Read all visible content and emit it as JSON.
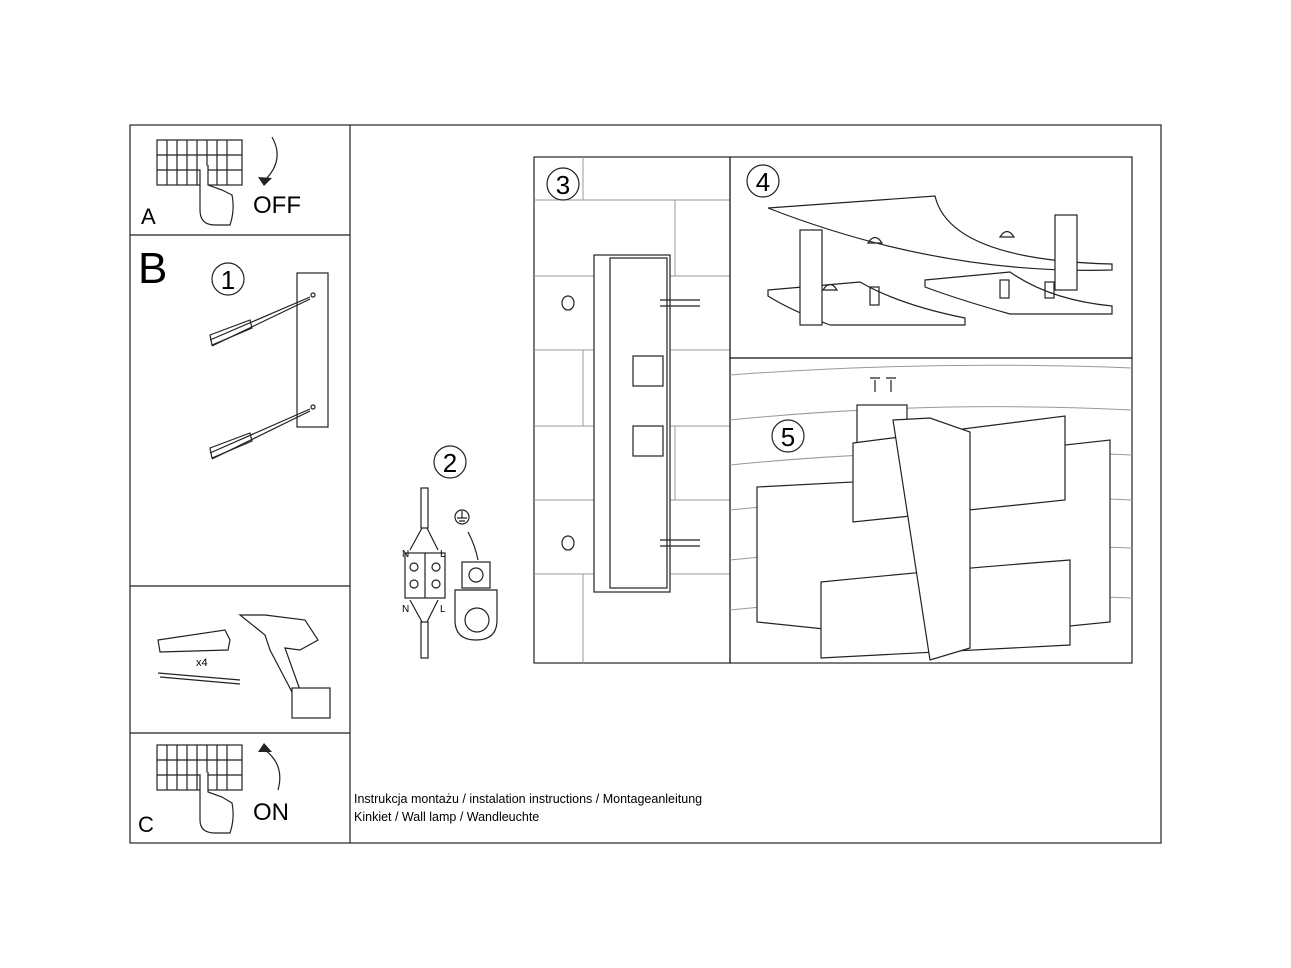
{
  "panel_a": {
    "letter": "A",
    "action": "OFF"
  },
  "panel_b": {
    "letter": "B",
    "step1": "1"
  },
  "step2": {
    "number": "2",
    "top_n": "N",
    "top_l": "L",
    "bottom_n": "N",
    "bottom_l": "L"
  },
  "step3": {
    "number": "3"
  },
  "step4": {
    "number": "4"
  },
  "step5": {
    "number": "5"
  },
  "tools": {
    "count": "x4"
  },
  "panel_c": {
    "letter": "C",
    "action": "ON"
  },
  "footer": {
    "line1": "Instrukcja montażu / instalation instructions / Montageanleitung",
    "line2": "Kinkiet / Wall lamp / Wandleuchte"
  }
}
